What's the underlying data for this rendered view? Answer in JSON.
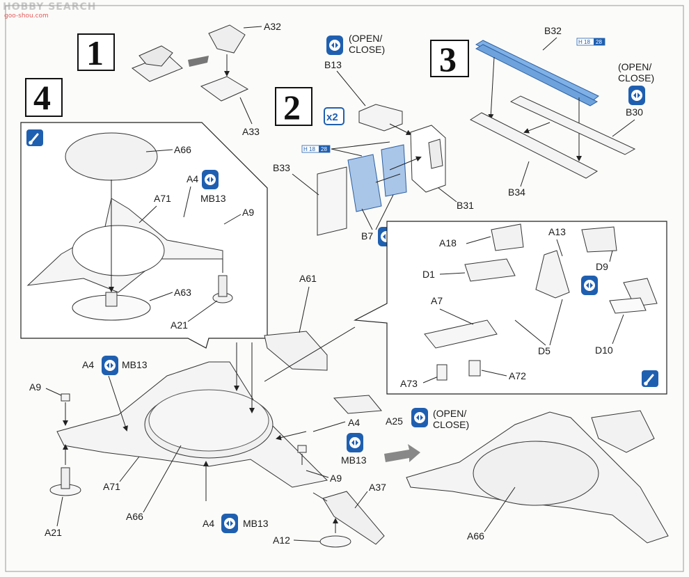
{
  "watermark": {
    "brand": "HOBBY SEARCH",
    "url": "goo-shou.com"
  },
  "steps": [
    "1",
    "2",
    "3",
    "4"
  ],
  "multiplier": "x2",
  "open_close": "(OPEN/\nCLOSE)",
  "open_close_l1": "(OPEN/",
  "open_close_l2": "CLOSE)",
  "paint": {
    "h": "H",
    "c1": "18",
    "c2": "28"
  },
  "parts": {
    "A32": "A32",
    "A33": "A33",
    "B13": "B13",
    "B33": "B33",
    "B31": "B31",
    "B7": "B7",
    "B32": "B32",
    "B30": "B30",
    "B34": "B34",
    "A66": "A66",
    "A4": "A4",
    "MB13": "MB13",
    "A71": "A71",
    "A9": "A9",
    "A63": "A63",
    "A21": "A21",
    "A61": "A61",
    "A18": "A18",
    "A13": "A13",
    "D9": "D9",
    "D1": "D1",
    "A7": "A7",
    "D5": "D5",
    "D10": "D10",
    "A72": "A72",
    "A73": "A73",
    "A25": "A25",
    "A37": "A37",
    "A12": "A12"
  }
}
